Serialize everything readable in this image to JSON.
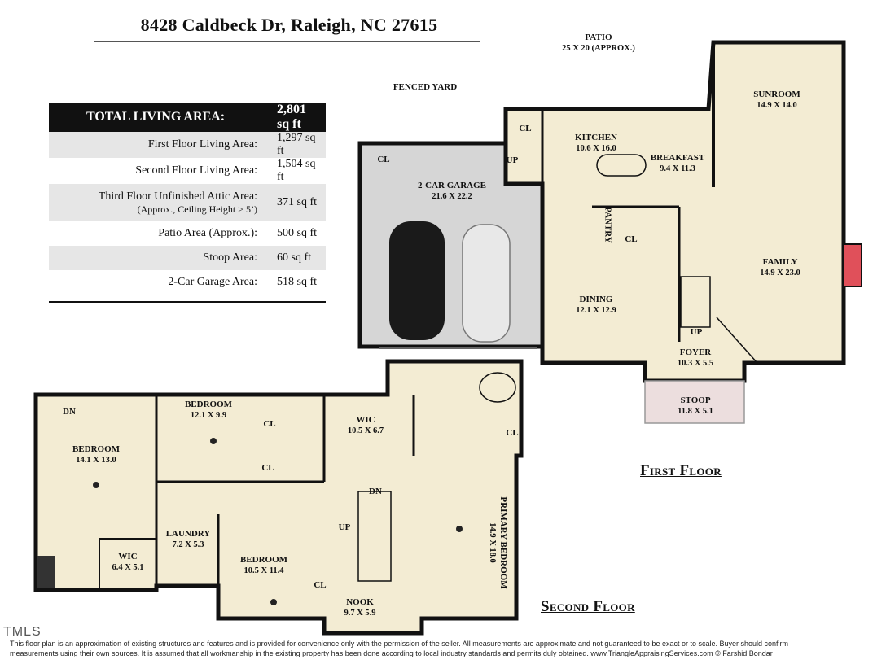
{
  "title": "8428 Caldbeck Dr, Raleigh, NC 27615",
  "area_table": {
    "header": {
      "label": "TOTAL LIVING AREA:",
      "value": "2,801 sq ft"
    },
    "rows": [
      {
        "label": "First Floor Living Area:",
        "value": "1,297 sq ft"
      },
      {
        "label": "Second Floor Living Area:",
        "value": "1,504 sq ft"
      },
      {
        "label": "Third Floor Unfinished Attic Area:",
        "sublabel": "(Approx., Ceiling  Height > 5’)",
        "value": "371 sq ft"
      },
      {
        "label": "Patio Area (Approx.):",
        "value": "500 sq ft"
      },
      {
        "label": "Stoop Area:",
        "value": "60 sq ft"
      },
      {
        "label": "2-Car Garage Area:",
        "value": "518 sq ft"
      }
    ]
  },
  "outdoor": {
    "patio": {
      "name": "PATIO",
      "dim": "25 X 20 (APPROX.)"
    },
    "fenced_yard": "FENCED YARD"
  },
  "first_floor": {
    "label": "First Floor",
    "rooms": {
      "sunroom": {
        "name": "SUNROOM",
        "dim": "14.9 X 14.0"
      },
      "kitchen": {
        "name": "KITCHEN",
        "dim": "10.6 X 16.0"
      },
      "breakfast": {
        "name": "BREAKFAST",
        "dim": "9.4 X 11.3"
      },
      "garage": {
        "name": "2-CAR GARAGE",
        "dim": "21.6 X 22.2"
      },
      "family": {
        "name": "FAMILY",
        "dim": "14.9 X 23.0"
      },
      "dining": {
        "name": "DINING",
        "dim": "12.1 X 12.9"
      },
      "foyer": {
        "name": "FOYER",
        "dim": "10.3 X 5.5"
      },
      "stoop": {
        "name": "STOOP",
        "dim": "11.8 X 5.1"
      }
    },
    "labels": {
      "cl": "CL",
      "up": "UP",
      "pantry": "PANTRY"
    }
  },
  "second_floor": {
    "label": "Second Floor",
    "rooms": {
      "bedroom_a": {
        "name": "BEDROOM",
        "dim": "14.1 X 13.0"
      },
      "bedroom_b": {
        "name": "BEDROOM",
        "dim": "12.1 X 9.9"
      },
      "wic_a": {
        "name": "WIC",
        "dim": "10.5 X 6.7"
      },
      "primary": {
        "name": "PRIMARY BEDROOM",
        "dim": "14.9 X 18.0"
      },
      "laundry": {
        "name": "LAUNDRY",
        "dim": "7.2 X 5.3"
      },
      "wic_b": {
        "name": "WIC",
        "dim": "6.4 X 5.1"
      },
      "bedroom_c": {
        "name": "BEDROOM",
        "dim": "10.5 X 11.4"
      },
      "nook": {
        "name": "NOOK",
        "dim": "9.7 X 5.9"
      }
    },
    "labels": {
      "cl": "CL",
      "dn": "DN",
      "up": "UP"
    }
  },
  "logo": "TMLS",
  "disclaimer": [
    "This floor plan is an approximation of existing structures and features and is provided for convenience only with the permission of the seller.  All measurements are approximate and not guaranteed to be exact or to scale.  Buyer should confirm",
    "measurements using their own sources.  It is assumed that all workmanship in the existing property has been done according to local industry standards and permits duly obtained.        www.TriangleAppraisingServices.com     © Farshid Bondar"
  ],
  "colors": {
    "floor": "#f3ecd3",
    "garage": "#d6d6d6",
    "stoop": "#ecdede",
    "wall": "#111111",
    "fireplace": "#e0505a"
  }
}
